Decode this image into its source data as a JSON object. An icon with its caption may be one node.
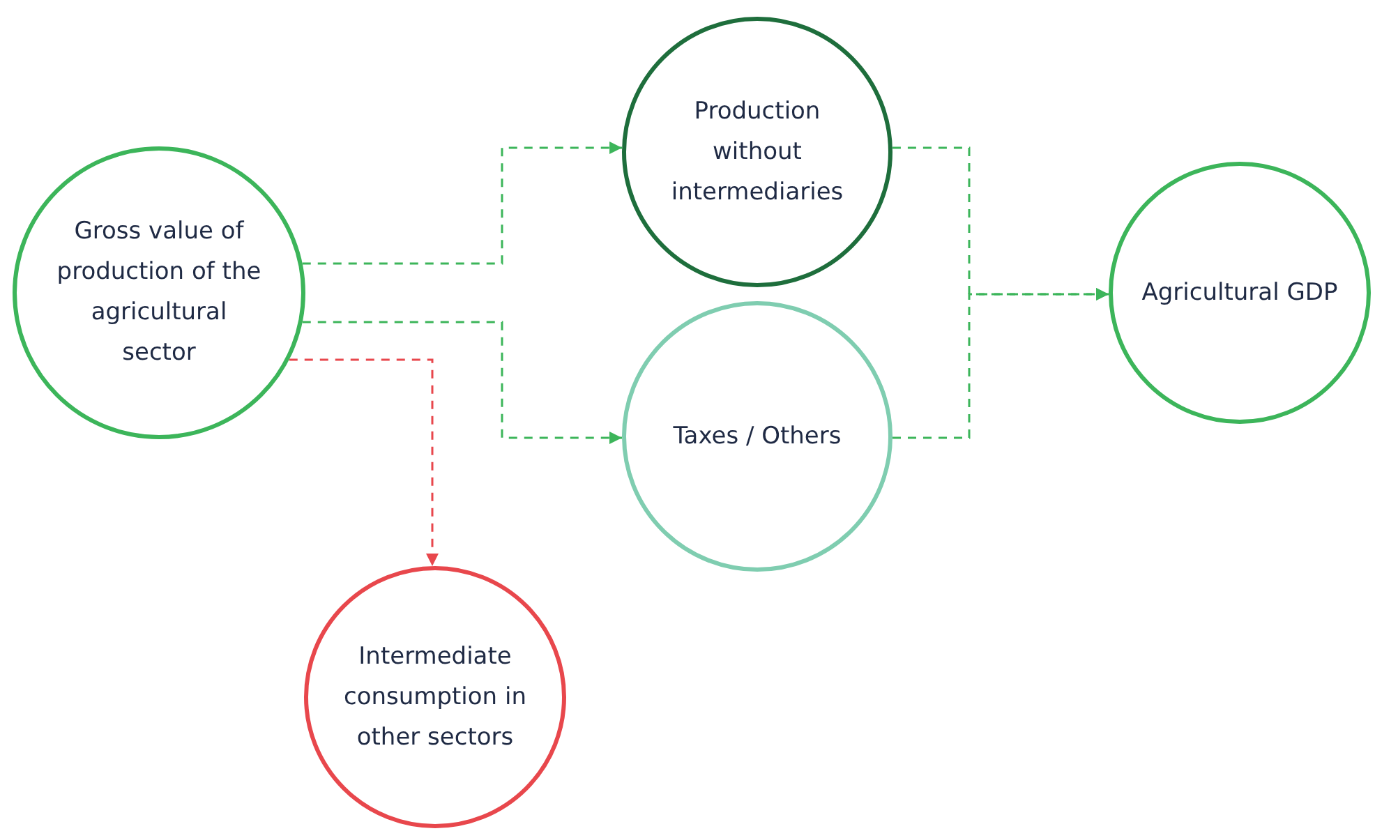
{
  "diagram": {
    "nodes": [
      {
        "text": [
          "Gross value of production of the agricultural sector"
        ]
      },
      {
        "text": [
          "Production without intermediaries"
        ]
      },
      {
        "text": [
          "Taxes / Others"
        ]
      },
      {
        "text": [
          "Agricultural GDP"
        ]
      },
      {
        "text": [
          "Intermediate consumption in other sectors"
        ]
      }
    ],
    "edges": [
      {
        "from": 0,
        "to": 1,
        "arrow": "to",
        "style": "dashed"
      },
      {
        "from": 0,
        "to": 2,
        "arrow": "to",
        "style": "dashed"
      },
      {
        "from": 0,
        "to": 4,
        "arrow": "to",
        "style": "dashed",
        "color": "#e8474c"
      },
      {
        "from": 1,
        "to": 3,
        "arrow": "to",
        "style": "dashed"
      },
      {
        "from": 2,
        "to": 3,
        "arrow": "to",
        "style": "dashed"
      }
    ]
  }
}
